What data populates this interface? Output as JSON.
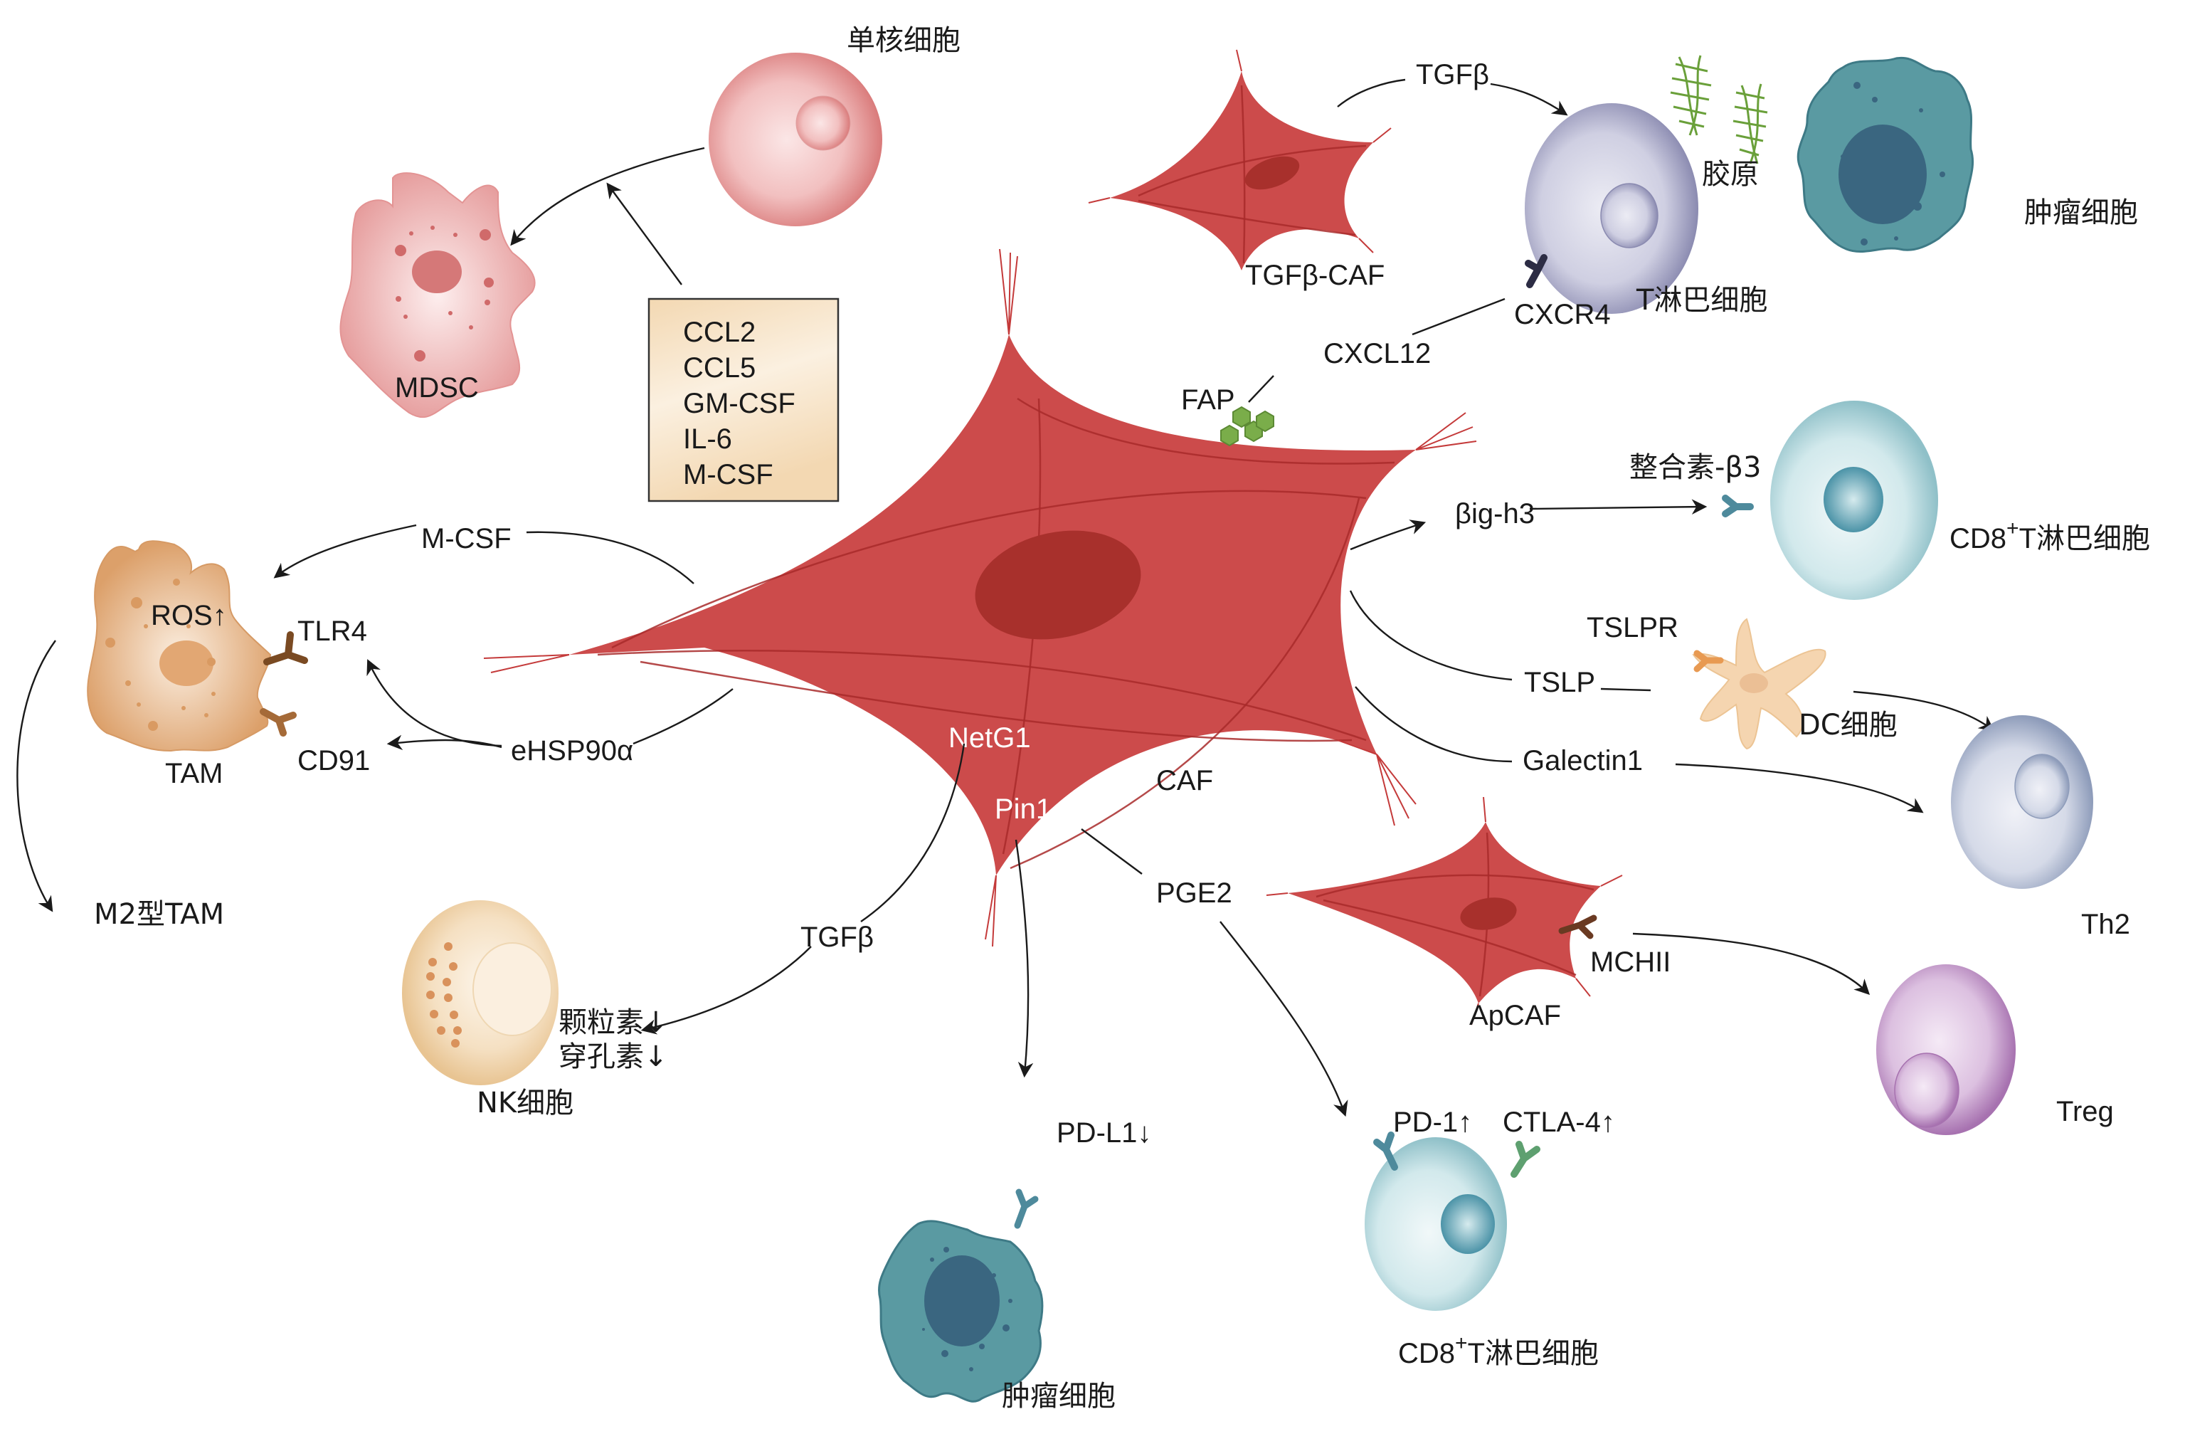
{
  "figure": {
    "title": "CAF-mediated immunosuppression in the tumor microenvironment",
    "colors": {
      "caf_red": "#cc4b4b",
      "caf_nucleus": "#a8302c",
      "monocyte_pink": "#e8a0a0",
      "tam_orange": "#e0a672",
      "tumor_teal": "#5a9aa2",
      "tumor_nucleus": "#3a6680",
      "tcell_lavender": "#9b9bc0",
      "cd8_cyan": "#a8d2d8",
      "th2_blue": "#a8b4cc",
      "treg_purple": "#b585bd",
      "nk_cream": "#f0d2a8",
      "dc_cream": "#f5d5b0",
      "collagen_green": "#6aa03a",
      "fap_green": "#7aad4a",
      "box_fill": "#f7e4c8"
    }
  },
  "cells": {
    "caf": {
      "label": "CAF",
      "markers": {
        "netg1": "NetG1",
        "pin1": "Pin1",
        "fap": "FAP"
      }
    },
    "monocyte": {
      "label": "单核细胞"
    },
    "mdsc": {
      "label": "MDSC"
    },
    "tgfb_caf": {
      "label": "TGFβ-CAF"
    },
    "t_cell": {
      "label": "T淋巴细胞",
      "receptor": "CXCR4"
    },
    "collagen": {
      "label": "胶原"
    },
    "tumor_top": {
      "label": "肿瘤细胞"
    },
    "cd8_top": {
      "label_prefix": "CD8",
      "label_sup": "+",
      "label_suffix": "T淋巴细胞",
      "receptor": "整合素-β3"
    },
    "dc": {
      "label": "DC细胞",
      "receptor": "TSLPR"
    },
    "th2": {
      "label": "Th2"
    },
    "apcaf": {
      "label": "ApCAF",
      "receptor": "MCHII"
    },
    "treg": {
      "label": "Treg"
    },
    "cd8_bottom": {
      "label_prefix": "CD8",
      "label_sup": "+",
      "label_suffix": "T淋巴细胞",
      "marker_pd1": "PD-1↑",
      "marker_ctla4": "CTLA-4↑"
    },
    "tumor_bottom": {
      "label": "肿瘤细胞",
      "marker": "PD-L1↓"
    },
    "nk": {
      "label": "NK细胞",
      "marker_1": "颗粒素↓",
      "marker_2": "穿孔素↓"
    },
    "tam": {
      "label": "TAM",
      "marker": "ROS↑",
      "receptor_1": "TLR4",
      "receptor_2": "CD91"
    },
    "m2_tam": {
      "label": "M2型TAM"
    }
  },
  "factors": {
    "cytokine_box": [
      "CCL2",
      "CCL5",
      "GM-CSF",
      "IL-6",
      "M-CSF"
    ],
    "tgfb_top": "TGFβ",
    "cxcl12": "CXCL12",
    "bigh3": "βig-h3",
    "tslp": "TSLP",
    "galectin1": "Galectin1",
    "pge2": "PGE2",
    "tgfb_bottom": "TGFβ",
    "mcsf": "M-CSF",
    "ehsp90a": "eHSP90α"
  }
}
